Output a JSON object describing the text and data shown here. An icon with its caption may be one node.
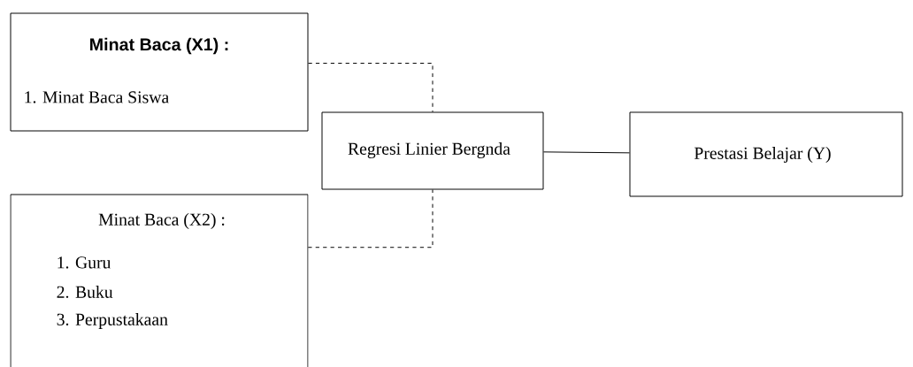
{
  "diagram": {
    "nodes": [
      {
        "text": [
          "Minat Baca (X1) :",
          "1. Minat Baca Siswa"
        ]
      },
      {
        "text": [
          "Minat Baca (X2) :",
          "1. Guru",
          "2. Buku",
          "3. Perpustakaan"
        ]
      },
      {
        "text": [
          "Regresi Linier Bergnda"
        ]
      },
      {
        "text": [
          "Prestasi Belajar (Y)"
        ]
      }
    ],
    "edges": [
      {
        "from": 0,
        "to": 2,
        "arrow": "none",
        "style": "dashed"
      },
      {
        "from": 1,
        "to": 2,
        "arrow": "none",
        "style": "dashed"
      },
      {
        "from": 2,
        "to": 3,
        "arrow": "none"
      }
    ]
  }
}
